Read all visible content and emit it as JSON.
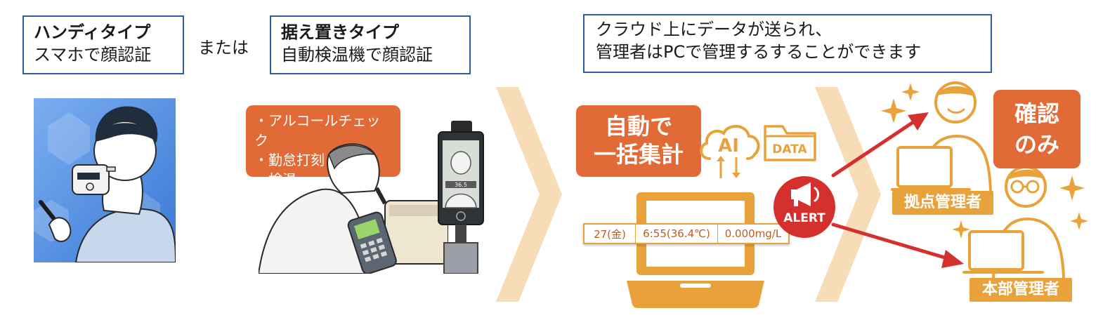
{
  "handy": {
    "title": "ハンディタイプ",
    "subtitle": "スマホで顔認証"
  },
  "or_text": "または",
  "stationary": {
    "title": "据え置きタイプ",
    "subtitle": "自動検温機で顔認証"
  },
  "cloud_note": {
    "line1": "クラウド上にデータが送られ、",
    "line2": "管理者はPCで管理するすることができます"
  },
  "features": [
    "アルコールチェック",
    "勤怠打刻",
    "検温"
  ],
  "aggregate": {
    "line1": "自動で",
    "line2": "一括集計"
  },
  "ai_label": "AI",
  "data_label": "DATA",
  "alert_label": "ALERT",
  "record": {
    "date": "27(金)",
    "time_temp": "6:55(36.4℃)",
    "alcohol": "0.000mg/L"
  },
  "kiosk_temp": "36.5",
  "confirm": {
    "line1": "確認",
    "line2": "のみ"
  },
  "branch_manager": "拠点管理者",
  "hq_manager": "本部管理者",
  "colors": {
    "accent_orange": "#e16a36",
    "gold": "#e9a23a",
    "box_border": "#2d5ea8",
    "alert_red": "#d4302e",
    "chevron": "#f7dcb8"
  }
}
